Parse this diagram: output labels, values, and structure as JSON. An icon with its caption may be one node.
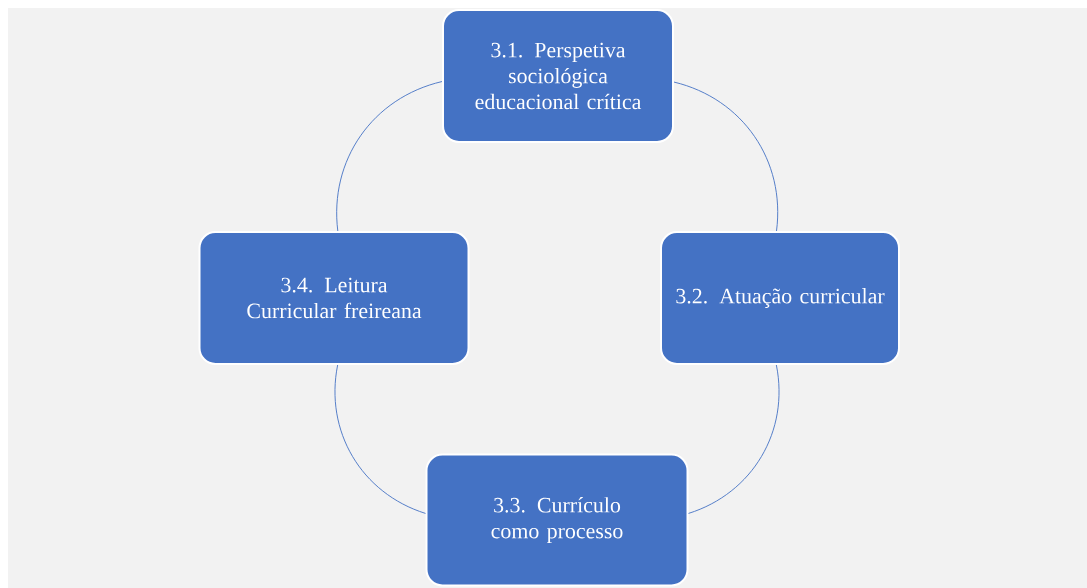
{
  "diagram": {
    "nodes": [
      {
        "text": [
          "3.1. Perspetiva sociológica educacional crítica"
        ]
      },
      {
        "text": [
          "3.2. Atuação curricular"
        ]
      },
      {
        "text": [
          "3.3. Currículo como processo"
        ]
      },
      {
        "text": [
          "3.4. Leitura Curricular freireana"
        ]
      }
    ],
    "edges": [
      {
        "from": 0,
        "to": 1,
        "arrow": "none"
      },
      {
        "from": 1,
        "to": 2,
        "arrow": "none"
      },
      {
        "from": 2,
        "to": 3,
        "arrow": "none"
      },
      {
        "from": 3,
        "to": 0,
        "arrow": "none"
      }
    ]
  }
}
